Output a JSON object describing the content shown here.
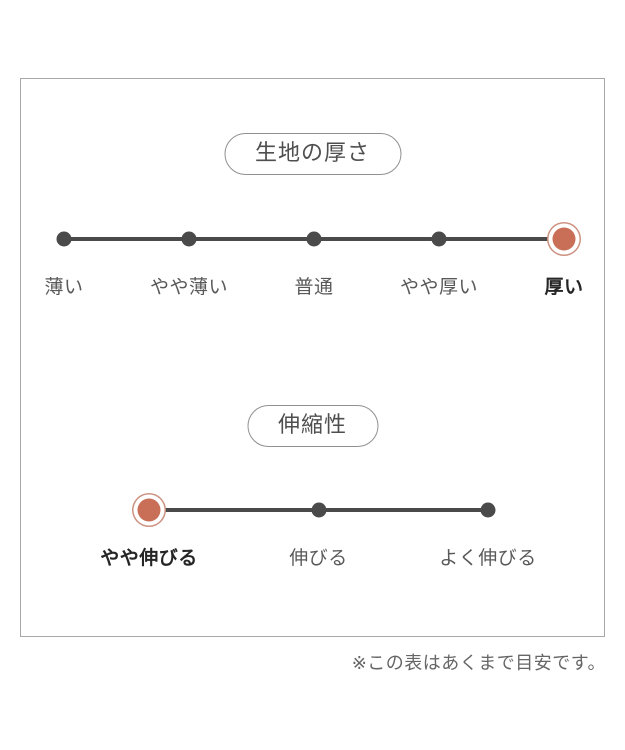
{
  "scales": [
    {
      "title": "生地の厚さ",
      "options": [
        "薄い",
        "やや薄い",
        "普通",
        "やや厚い",
        "厚い"
      ],
      "selected_index": 4,
      "selected_label": "厚い"
    },
    {
      "title": "伸縮性",
      "options": [
        "やや伸びる",
        "伸びる",
        "よく伸びる"
      ],
      "selected_index": 0,
      "selected_label": "やや伸びる"
    }
  ],
  "footnote": "※この表はあくまで目安です。",
  "colors": {
    "accent": "#c96f58",
    "accent_ring": "#cc9180",
    "dot": "#4a4a4a",
    "line": "#4a4a4a",
    "label": "#595959",
    "label_selected": "#262626",
    "frame_border": "#a8a8a8",
    "pill_border": "#909090",
    "footnote_text": "#666666"
  }
}
